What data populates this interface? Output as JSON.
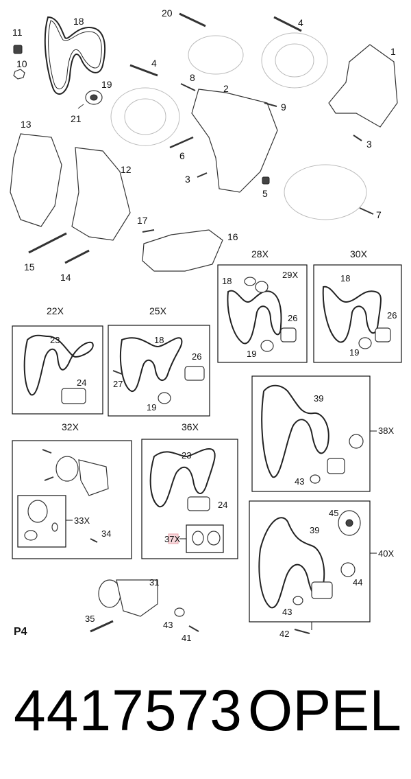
{
  "diagram": {
    "page_label": "P4",
    "callouts": {
      "c1": "1",
      "c2": "2",
      "c3a": "3",
      "c3b": "3",
      "c4a": "4",
      "c4b": "4",
      "c5": "5",
      "c6": "6",
      "c7": "7",
      "c8": "8",
      "c9": "9",
      "c10": "10",
      "c11": "11",
      "c12": "12",
      "c13": "13",
      "c14": "14",
      "c15": "15",
      "c16": "16",
      "c17": "17",
      "c18": "18",
      "c19": "19",
      "c20": "20",
      "c21": "21",
      "c31": "31",
      "c34": "34",
      "c35": "35",
      "c41": "41",
      "c43": "43"
    },
    "kits": {
      "k22": {
        "title": "22X",
        "a": "23",
        "b": "24"
      },
      "k25": {
        "title": "25X",
        "a": "18",
        "b": "26",
        "c": "27",
        "d": "19"
      },
      "k28": {
        "title": "28X",
        "a": "18",
        "b": "29X",
        "c": "26",
        "d": "19"
      },
      "k30": {
        "title": "30X",
        "a": "18",
        "b": "26",
        "c": "19"
      },
      "k32": {
        "title": "32X",
        "sub": "33X"
      },
      "k36": {
        "title": "36X",
        "a": "23",
        "b": "24",
        "sub": "37X"
      },
      "k38": {
        "title": "38X",
        "a": "39",
        "b": "43"
      },
      "k40": {
        "title": "40X",
        "a": "45",
        "b": "39",
        "c": "44",
        "d": "43",
        "e": "42"
      }
    }
  },
  "footer": {
    "part_number": "4417573",
    "brand": "OPEL"
  },
  "colors": {
    "line": "#222222",
    "ghost": "#bbbbbb",
    "highlight": "#e8a0a8"
  }
}
